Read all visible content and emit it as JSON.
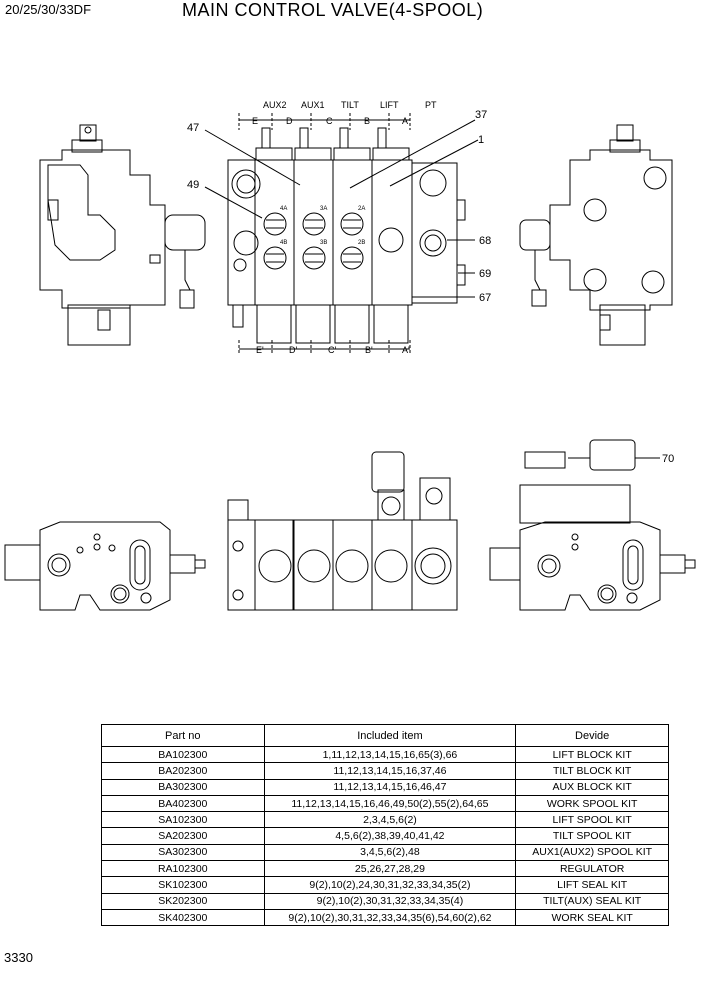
{
  "header": {
    "model": "20/25/30/33DF",
    "title": "MAIN CONTROL VALVE(4-SPOOL)"
  },
  "page_number": "3330",
  "callouts": {
    "spool_labels": [
      "AUX2",
      "AUX1",
      "TILT",
      "LIFT",
      "PT"
    ],
    "port_top": [
      "E",
      "D",
      "C",
      "B",
      "A"
    ],
    "port_bottom": [
      "E'",
      "D'",
      "C'",
      "B'",
      "A'"
    ],
    "port_marks": [
      "4A",
      "3A",
      "2A",
      "4B",
      "3B",
      "2B"
    ],
    "refs": [
      "47",
      "49",
      "37",
      "1",
      "68",
      "69",
      "67",
      "70"
    ]
  },
  "parts_table": {
    "headers": [
      "Part no",
      "Included item",
      "Devide"
    ],
    "rows": [
      [
        "BA102300",
        "1,11,12,13,14,15,16,65(3),66",
        "LIFT BLOCK KIT"
      ],
      [
        "BA202300",
        "11,12,13,14,15,16,37,46",
        "TILT BLOCK KIT"
      ],
      [
        "BA302300",
        "11,12,13,14,15,16,46,47",
        "AUX BLOCK KIT"
      ],
      [
        "BA402300",
        "11,12,13,14,15,16,46,49,50(2),55(2),64,65",
        "WORK SPOOL KIT"
      ],
      [
        "SA102300",
        "2,3,4,5,6(2)",
        "LIFT SPOOL KIT"
      ],
      [
        "SA202300",
        "4,5,6(2),38,39,40,41,42",
        "TILT SPOOL KIT"
      ],
      [
        "SA302300",
        "3,4,5,6(2),48",
        "AUX1(AUX2) SPOOL KIT"
      ],
      [
        "RA102300",
        "25,26,27,28,29",
        "REGULATOR"
      ],
      [
        "SK102300",
        "9(2),10(2),24,30,31,32,33,34,35(2)",
        "LIFT SEAL KIT"
      ],
      [
        "SK202300",
        "9(2),10(2),30,31,32,33,34,35(4)",
        "TILT(AUX) SEAL KIT"
      ],
      [
        "SK402300",
        "9(2),10(2),30,31,32,33,34,35(6),54,60(2),62",
        "WORK SEAL KIT"
      ]
    ]
  }
}
